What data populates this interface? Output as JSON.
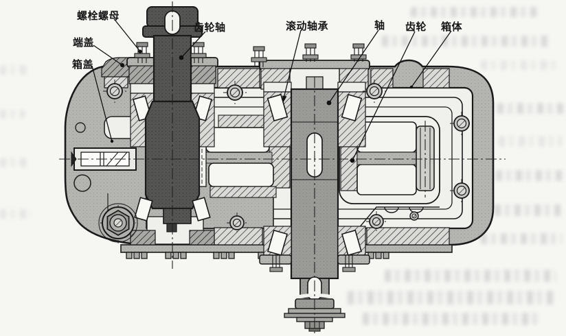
{
  "figure": {
    "kind": "mechanical section drawing of a single-stage gear reducer",
    "labels": [
      {
        "id": "bolt-nut",
        "text": "螺栓螺母"
      },
      {
        "id": "end-cover",
        "text": "端盖"
      },
      {
        "id": "box-cover",
        "text": "箱盖"
      },
      {
        "id": "gear-shaft",
        "text": "齿轮轴"
      },
      {
        "id": "rolling-bearing",
        "text": "滚动轴承"
      },
      {
        "id": "shaft",
        "text": "轴"
      },
      {
        "id": "gear",
        "text": "齿轮"
      },
      {
        "id": "box-body",
        "text": "箱体"
      }
    ],
    "colors": {
      "paper": "#f6f6f3",
      "housing_grey": "#b5b5b2",
      "cover_grey": "#c2c2bf",
      "dark_shaft": "#4e4e4c",
      "mid_shaft": "#9a9a97",
      "line": "#1a1a1a"
    }
  }
}
